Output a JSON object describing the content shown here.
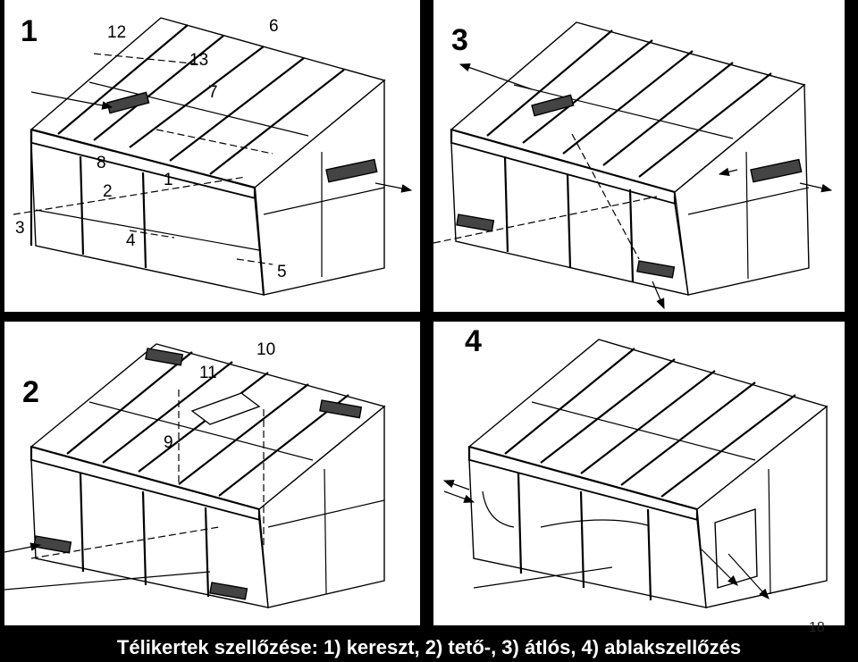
{
  "panels": [
    {
      "id": "1",
      "labels": [
        "1",
        "2",
        "3",
        "4",
        "5",
        "6",
        "7",
        "8",
        "12",
        "13"
      ]
    },
    {
      "id": "2",
      "labels": [
        "9",
        "10",
        "11"
      ]
    },
    {
      "id": "3",
      "labels": []
    },
    {
      "id": "4",
      "labels": []
    }
  ],
  "labels": {
    "n1": "1",
    "n2": "2",
    "n3": "3",
    "n4": "4",
    "n5": "5",
    "n6": "6",
    "n7": "7",
    "n8": "8",
    "n9": "9",
    "n10": "10",
    "n11": "11",
    "n12": "12",
    "n13": "13"
  },
  "panel_numbers": {
    "p1": "1",
    "p2": "2",
    "p3": "3",
    "p4": "4"
  },
  "caption": "Télikertek szellőzése: 1) kereszt,  2) tető-, 3) átlós, 4) ablakszellőzés",
  "page_number": "18"
}
